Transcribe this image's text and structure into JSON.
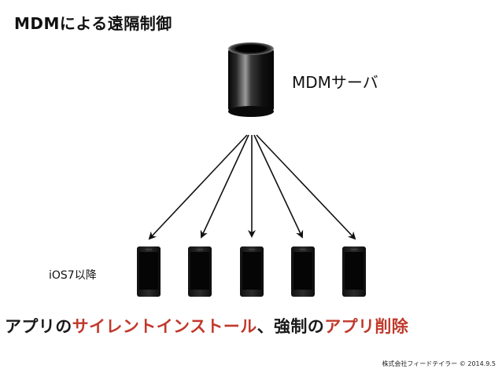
{
  "title": "MDMによる遠隔制御",
  "server": {
    "label": "MDMサーバ",
    "icon": "server-icon"
  },
  "devices": {
    "label": "iOS7以降",
    "count": 5,
    "icon": "phone-icon"
  },
  "caption": {
    "part1": "アプリの",
    "part2": "サイレントインストール",
    "part3": "、強制の",
    "part4": "アプリ削除"
  },
  "copyright": "株式会社フィードテイラー © 2014.9.5",
  "colors": {
    "accent_red": "#c0392b",
    "text": "#111111",
    "arrow": "#111111",
    "server_body": "#1b1b1b"
  }
}
